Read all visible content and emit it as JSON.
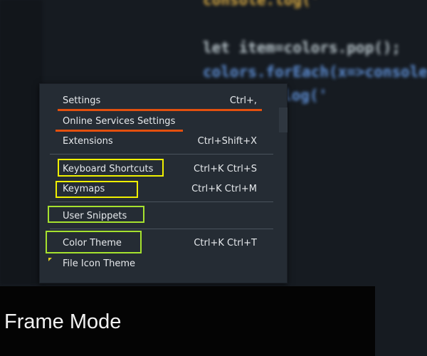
{
  "code_lines": [
    "console.log('",
    "let item=colors.pop();",
    "colors.forEach(x=>console",
    "log('"
  ],
  "menu": {
    "items": [
      {
        "label": "Settings",
        "shortcut": "Ctrl+,"
      },
      {
        "label": "Online Services Settings",
        "shortcut": ""
      },
      {
        "label": "Extensions",
        "shortcut": "Ctrl+Shift+X"
      },
      {
        "label": "Keyboard Shortcuts",
        "shortcut": "Ctrl+K Ctrl+S"
      },
      {
        "label": "Keymaps",
        "shortcut": "Ctrl+K Ctrl+M"
      },
      {
        "label": "User Snippets",
        "shortcut": ""
      },
      {
        "label": "Color Theme",
        "shortcut": "Ctrl+K Ctrl+T"
      },
      {
        "label": "File Icon Theme",
        "shortcut": ""
      }
    ]
  },
  "annotation_colors": {
    "underline": "#e4500e",
    "yellow": "#f0f000",
    "green": "#a6e22e"
  },
  "caption": "Frame Mode"
}
